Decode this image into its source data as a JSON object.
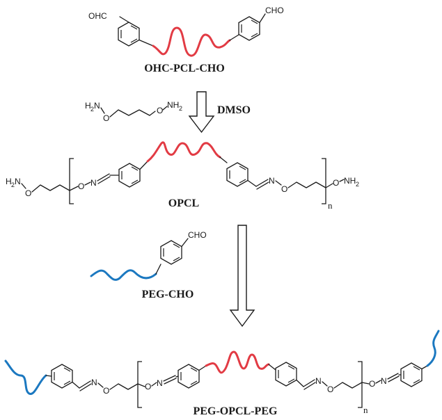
{
  "labels": {
    "compound_1": "OHC-PCL-CHO",
    "reagent": "DMSO",
    "compound_2": "OPCL",
    "compound_3": "PEG-CHO",
    "compound_4": "PEG-OPCL-PEG",
    "repeat_unit": "n"
  },
  "atoms": {
    "aldehyde": "CHO",
    "aldehyde_left": "OHC",
    "amine_h": "H",
    "amine_n": "N",
    "amine_sub": "2",
    "amine_nh": "NH",
    "oxygen": "O",
    "nitrogen": "N"
  },
  "colors": {
    "pcl_segment": "#e23b44",
    "peg_segment": "#1b78c0",
    "bonds": "#1a1a1a"
  }
}
